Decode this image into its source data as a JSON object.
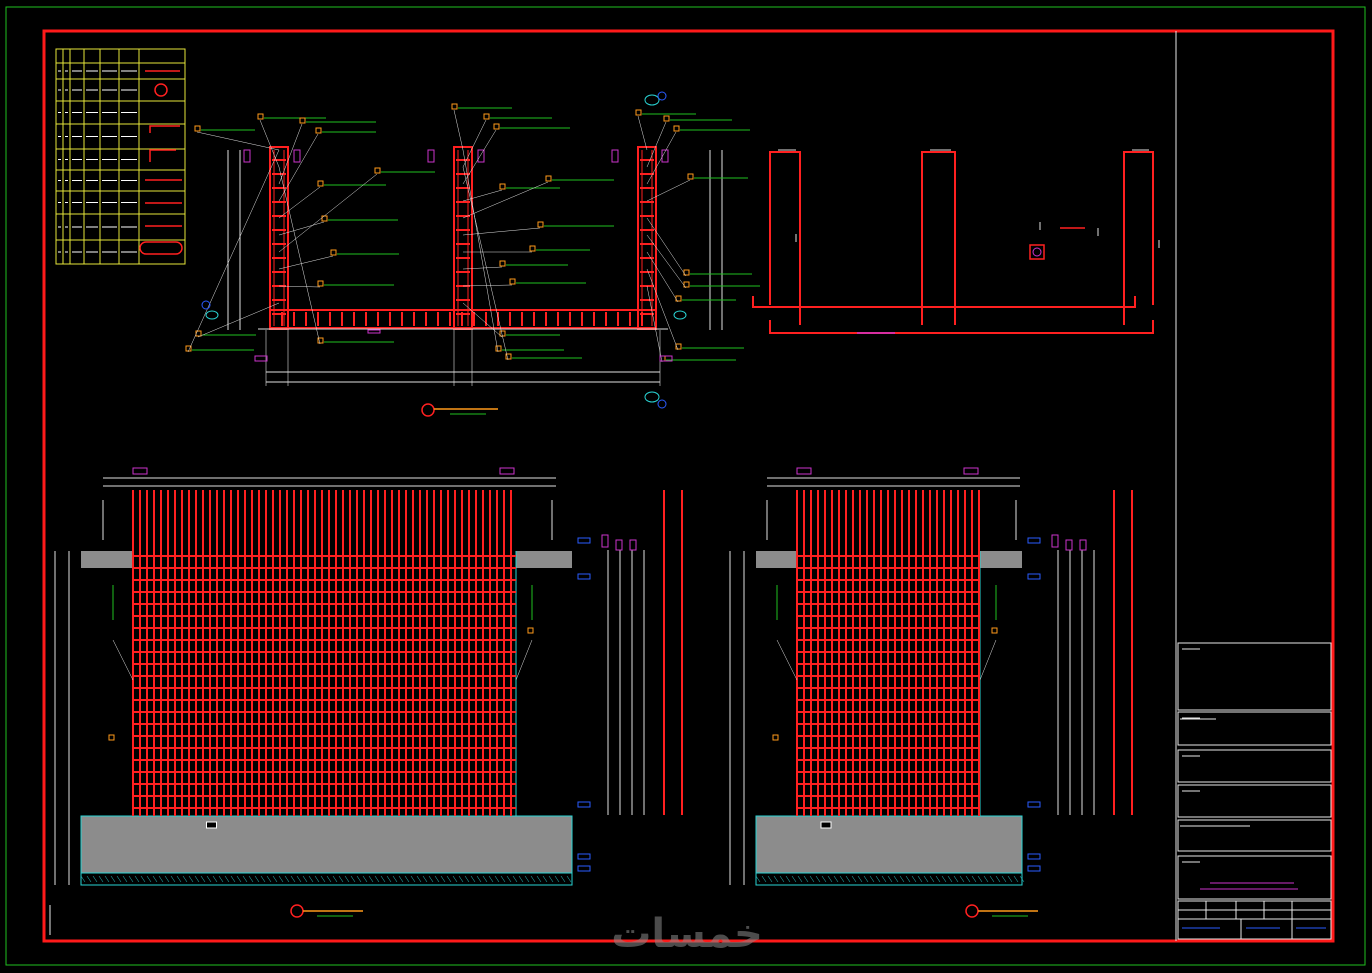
{
  "watermark": {
    "text": "خمسات"
  },
  "colors": {
    "background": "#000000",
    "outer_border": "#1fbf1f",
    "frame": "#ff1a1a",
    "rebar": "#ff2020",
    "dimension": "#e0e0e0",
    "leader": "#1fbf1f",
    "tag": "#ff9a1a",
    "accent_magenta": "#cc33cc",
    "accent_blue": "#2a5cff",
    "concrete": "#8c8c8c",
    "cyan": "#29d4d4",
    "schedule_grid": "#e6e63a",
    "title_block": "#e8e8e8"
  },
  "drawing": {
    "views": [
      "plan-section",
      "bar-shape-detail",
      "elevation-left",
      "elevation-right"
    ],
    "schedule": {
      "rows": 8
    }
  }
}
